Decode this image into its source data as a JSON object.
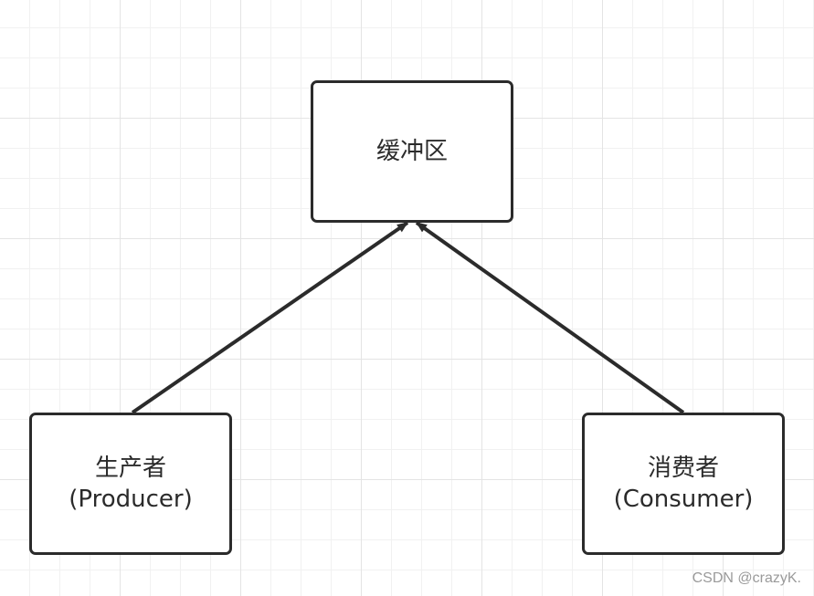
{
  "diagram": {
    "nodes": {
      "buffer": {
        "label": "缓冲区"
      },
      "producer": {
        "label_cn": "生产者",
        "label_en": "(Producer)"
      },
      "consumer": {
        "label_cn": "消费者",
        "label_en": "(Consumer)"
      }
    },
    "edges": [
      {
        "from": "producer",
        "to": "buffer"
      },
      {
        "from": "consumer",
        "to": "buffer"
      }
    ],
    "colors": {
      "stroke": "#2b2b2b",
      "grid_major": "#e4e4e4",
      "grid_minor": "#f1f1f1",
      "watermark": "#9a9a9a"
    }
  },
  "watermark": {
    "text": "CSDN @crazyK."
  }
}
